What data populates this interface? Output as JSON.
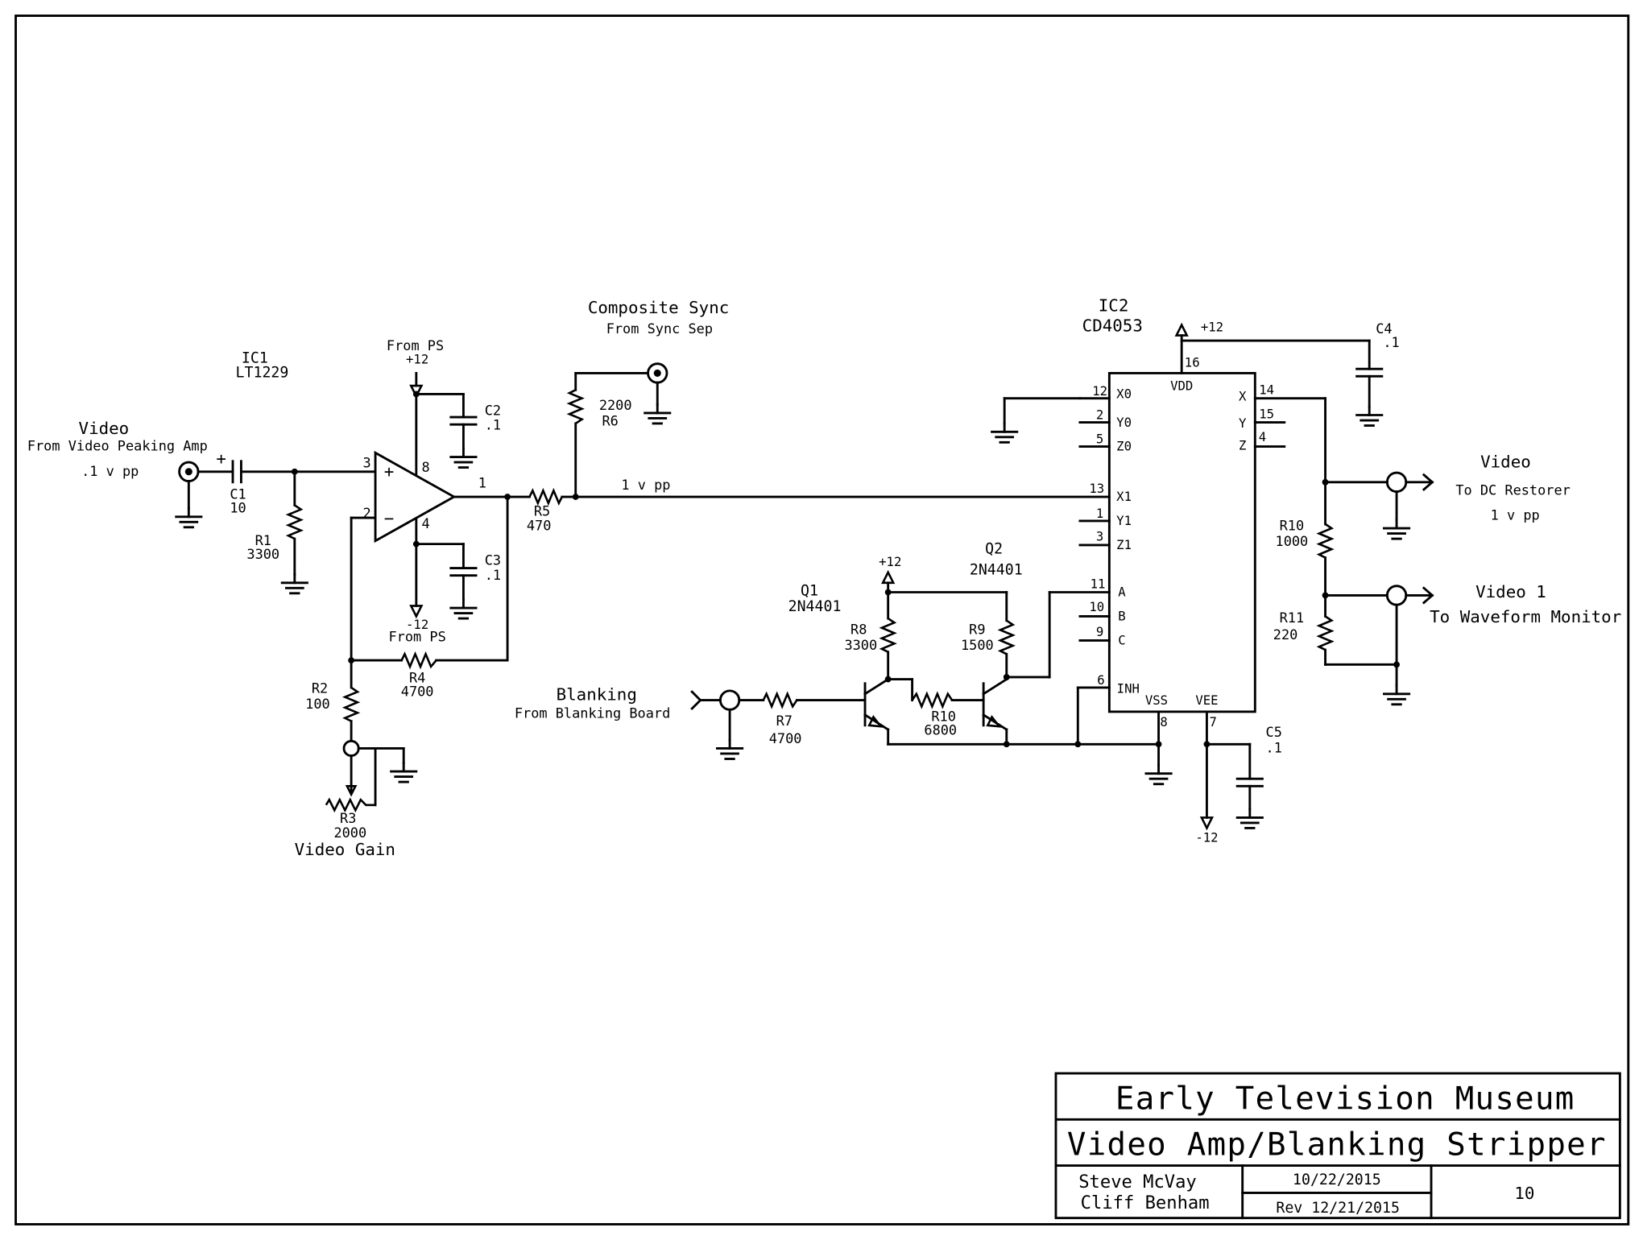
{
  "inputs": {
    "video_in": {
      "title": "Video",
      "source": "From Video Peaking Amp",
      "level": ".1 v pp"
    },
    "composite_sync": {
      "title": "Composite Sync",
      "source": "From Sync Sep"
    },
    "blanking": {
      "title": "Blanking",
      "source": "From Blanking Board"
    }
  },
  "outputs": {
    "video_out": {
      "title": "Video",
      "dest": "To DC Restorer",
      "level": "1 v pp"
    },
    "video1_out": {
      "title": "Video 1",
      "dest": "To Waveform Monitor"
    }
  },
  "ic1": {
    "ref": "IC1",
    "part": "LT1229",
    "pins": {
      "in_plus": "3",
      "in_minus": "2",
      "vplus": "8",
      "vminus": "4",
      "out": "1"
    },
    "plus_sign": "+",
    "minus_sign": "−"
  },
  "ic2": {
    "ref": "IC2",
    "part": "CD4053",
    "top_pin": "16",
    "vdd": "VDD",
    "vss": "VSS",
    "vee": "VEE",
    "vss_pin": "8",
    "vee_pin": "7",
    "left_pins": [
      {
        "num": "12",
        "name": "X0"
      },
      {
        "num": "2",
        "name": "Y0"
      },
      {
        "num": "5",
        "name": "Z0"
      },
      {
        "num": "13",
        "name": "X1"
      },
      {
        "num": "1",
        "name": "Y1"
      },
      {
        "num": "3",
        "name": "Z1"
      },
      {
        "num": "11",
        "name": "A"
      },
      {
        "num": "10",
        "name": "B"
      },
      {
        "num": "9",
        "name": "C"
      },
      {
        "num": "6",
        "name": "INH"
      }
    ],
    "right_pins": [
      {
        "num": "14",
        "name": "X"
      },
      {
        "num": "15",
        "name": "Y"
      },
      {
        "num": "4",
        "name": "Z"
      }
    ]
  },
  "power": {
    "from_ps_top": "From PS",
    "plus12": "+12",
    "minus12": "-12",
    "from_ps_bottom": "From PS"
  },
  "components": {
    "c1": {
      "ref": "C1",
      "value": "10",
      "polarity": "+"
    },
    "c2": {
      "ref": "C2",
      "value": ".1"
    },
    "c3": {
      "ref": "C3",
      "value": ".1"
    },
    "c4": {
      "ref": "C4",
      "value": ".1"
    },
    "c5": {
      "ref": "C5",
      "value": ".1"
    },
    "r1": {
      "ref": "R1",
      "value": "3300"
    },
    "r2": {
      "ref": "R2",
      "value": "100"
    },
    "r3": {
      "ref": "R3",
      "value": "2000",
      "label": "Video Gain"
    },
    "r4": {
      "ref": "R4",
      "value": "4700"
    },
    "r5": {
      "ref": "R5",
      "value": "470"
    },
    "r6": {
      "ref": "R6",
      "value": "2200"
    },
    "r7": {
      "ref": "R7",
      "value": "4700"
    },
    "r8": {
      "ref": "R8",
      "value": "3300"
    },
    "r9": {
      "ref": "R9",
      "value": "1500"
    },
    "r10a": {
      "ref": "R10",
      "value": "6800"
    },
    "r10b": {
      "ref": "R10",
      "value": "1000"
    },
    "r11": {
      "ref": "R11",
      "value": "220"
    },
    "q1": {
      "ref": "Q1",
      "part": "2N4401"
    },
    "q2": {
      "ref": "Q2",
      "part": "2N4401"
    }
  },
  "net_labels": {
    "mid_signal": "1 v pp"
  },
  "title_block": {
    "organization": "Early Television Museum",
    "title": "Video Amp/Blanking Stripper",
    "author1": "Steve McVay",
    "author2": "Cliff Benham",
    "date": "10/22/2015",
    "revision": "Rev 12/21/2015",
    "sheet_number": "10"
  }
}
